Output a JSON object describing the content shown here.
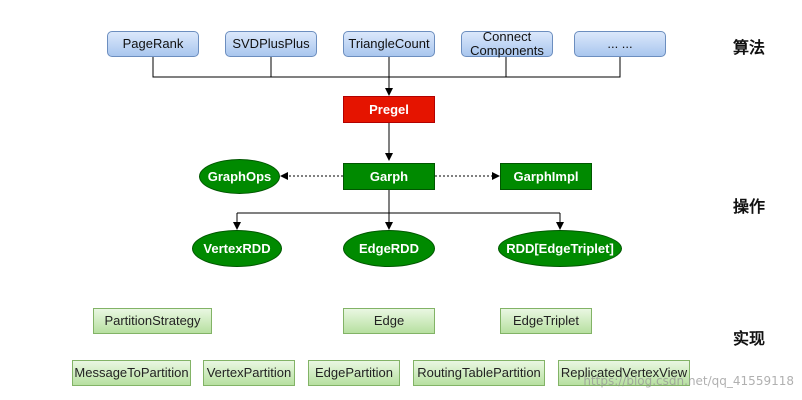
{
  "algorithms": {
    "pagerank": "PageRank",
    "svdplusplus": "SVDPlusPlus",
    "trianglecount": "TriangleCount",
    "connect_components": "Connect Components",
    "more": "... ..."
  },
  "core": {
    "pregel": "Pregel",
    "graphops": "GraphOps",
    "garph": "Garph",
    "garphimpl": "GarphImpl",
    "vertexrdd": "VertexRDD",
    "edgerdd": "EdgeRDD",
    "rdd_edgetriplet": "RDD[EdgeTriplet]"
  },
  "implementation": {
    "partitionstrategy": "PartitionStrategy",
    "edge": "Edge",
    "edgetriplet": "EdgeTriplet",
    "messagetopartition": "MessageToPartition",
    "vertexpartition": "VertexPartition",
    "edgepartition": "EdgePartition",
    "routingtablepartition": "RoutingTablePartition",
    "replicatedvertexview": "ReplicatedVertexView"
  },
  "layers": {
    "algorithm": "算法",
    "operation": "操作",
    "implementation": "实现"
  },
  "watermark": "https://blog.csdn.net/qq_41559118",
  "colors": {
    "algorithm_fill": "#a9c6ee",
    "algorithm_stroke": "#6c8ebf",
    "pregel_fill": "#e51400",
    "core_fill": "#008a00",
    "impl_fill": "#b7e0a0",
    "impl_stroke": "#82b366"
  }
}
